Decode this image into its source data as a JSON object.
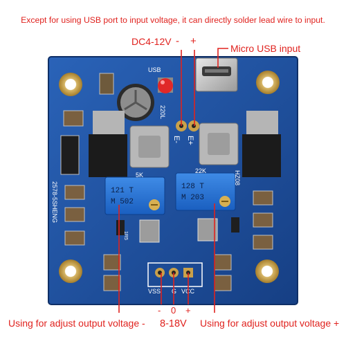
{
  "annotations": {
    "top_note": "Except for using USB port to input voltage, it can directly solder lead wire to input.",
    "dc_input": "DC4-12V",
    "dc_minus": "-",
    "dc_plus": "+",
    "micro_usb": "Micro USB input",
    "adjust_negative": "Using for adjust output voltage -",
    "adjust_positive": "Using for adjust output voltage +",
    "out_minus": "-",
    "out_zero": "0",
    "out_plus": "+",
    "out_range": "8-18V"
  },
  "board": {
    "silk_usb": "USB",
    "silk_220": "220L",
    "silk_em": "E-",
    "silk_ep": "E+",
    "silk_5k": "5K",
    "silk_22k": "22K",
    "silk_brand": "2578-5SHENG",
    "silk_hz": "HZ08",
    "silk_vss": "VSS",
    "silk_g": "G",
    "silk_vcc": "VCC",
    "pot_left_a": "121 T",
    "pot_left_b": "M 502",
    "pot_right_a": "128 T",
    "pot_right_b": "M 203",
    "res_label": "1R5"
  },
  "colors": {
    "annotation": "#e0221e",
    "pcb": "#1c4f9c",
    "silk": "#ffffff",
    "gold": "#c9a14a",
    "pot": "#1f6fd1"
  }
}
